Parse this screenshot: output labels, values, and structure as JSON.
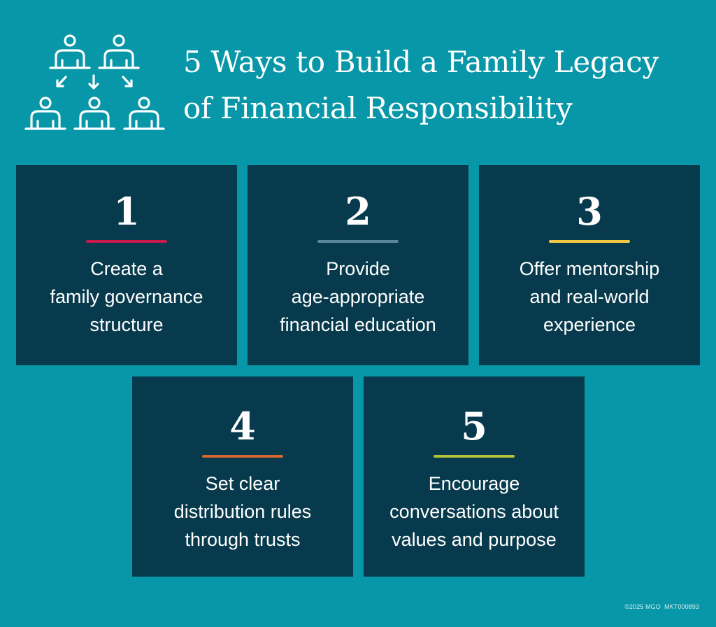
{
  "header": {
    "icon": "family-hierarchy-icon",
    "title_lines": [
      "5 Ways to Build a Family Legacy",
      "of Financial Responsibility"
    ]
  },
  "colors": {
    "background": "#0797A8",
    "card": "#063A4C",
    "text": "#FFFFFF"
  },
  "cards": [
    {
      "number": "1",
      "accent": "#C8194A",
      "lines": [
        "Create a",
        "family governance",
        "structure"
      ]
    },
    {
      "number": "2",
      "accent": "#5B8599",
      "lines": [
        "Provide",
        "age-appropriate",
        "financial education"
      ]
    },
    {
      "number": "3",
      "accent": "#F2C744",
      "lines": [
        "Offer mentorship",
        "and real-world",
        "experience"
      ]
    },
    {
      "number": "4",
      "accent": "#D9662E",
      "lines": [
        "Set clear",
        "distribution rules",
        "through trusts"
      ]
    },
    {
      "number": "5",
      "accent": "#B5C23A",
      "lines": [
        "Encourage",
        "conversations about",
        "values and purpose"
      ]
    }
  ],
  "footer": {
    "text": "©2025 MGO  MKT000893"
  }
}
